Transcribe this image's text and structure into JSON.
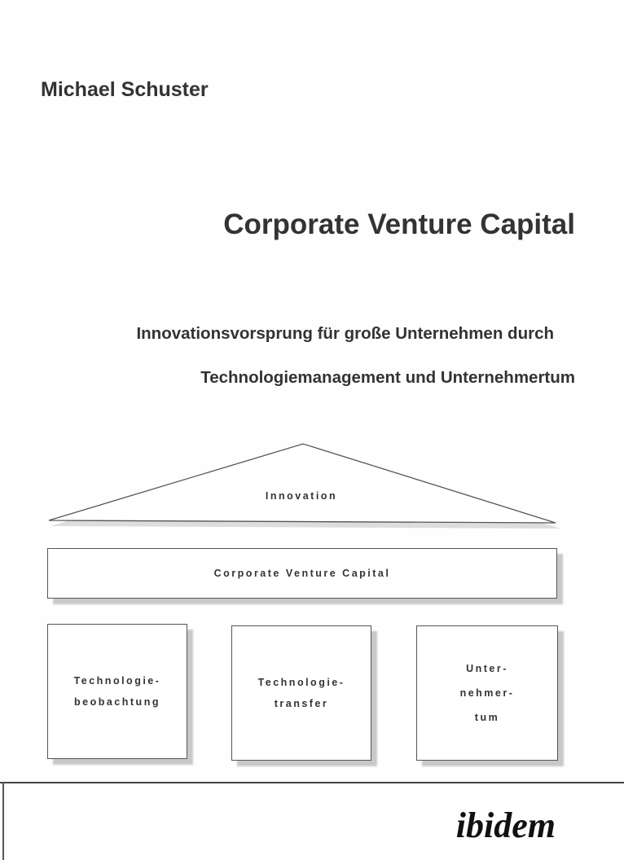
{
  "cover": {
    "author": "Michael Schuster",
    "title": "Corporate Venture Capital",
    "subtitle_line1": "Innovationsvorsprung für große Unternehmen durch",
    "subtitle_line2": "Technologiemanagement und Unternehmertum",
    "publisher": "ibidem"
  },
  "diagram": {
    "roof": "Innovation",
    "beam": "Corporate Venture Capital",
    "pillars": [
      {
        "line1": "Technologie-",
        "line2": "beobachtung"
      },
      {
        "line1": "Technologie-",
        "line2": "transfer"
      },
      {
        "line1": "Unter-",
        "line2": "nehmer-",
        "line3": "tum"
      }
    ]
  }
}
